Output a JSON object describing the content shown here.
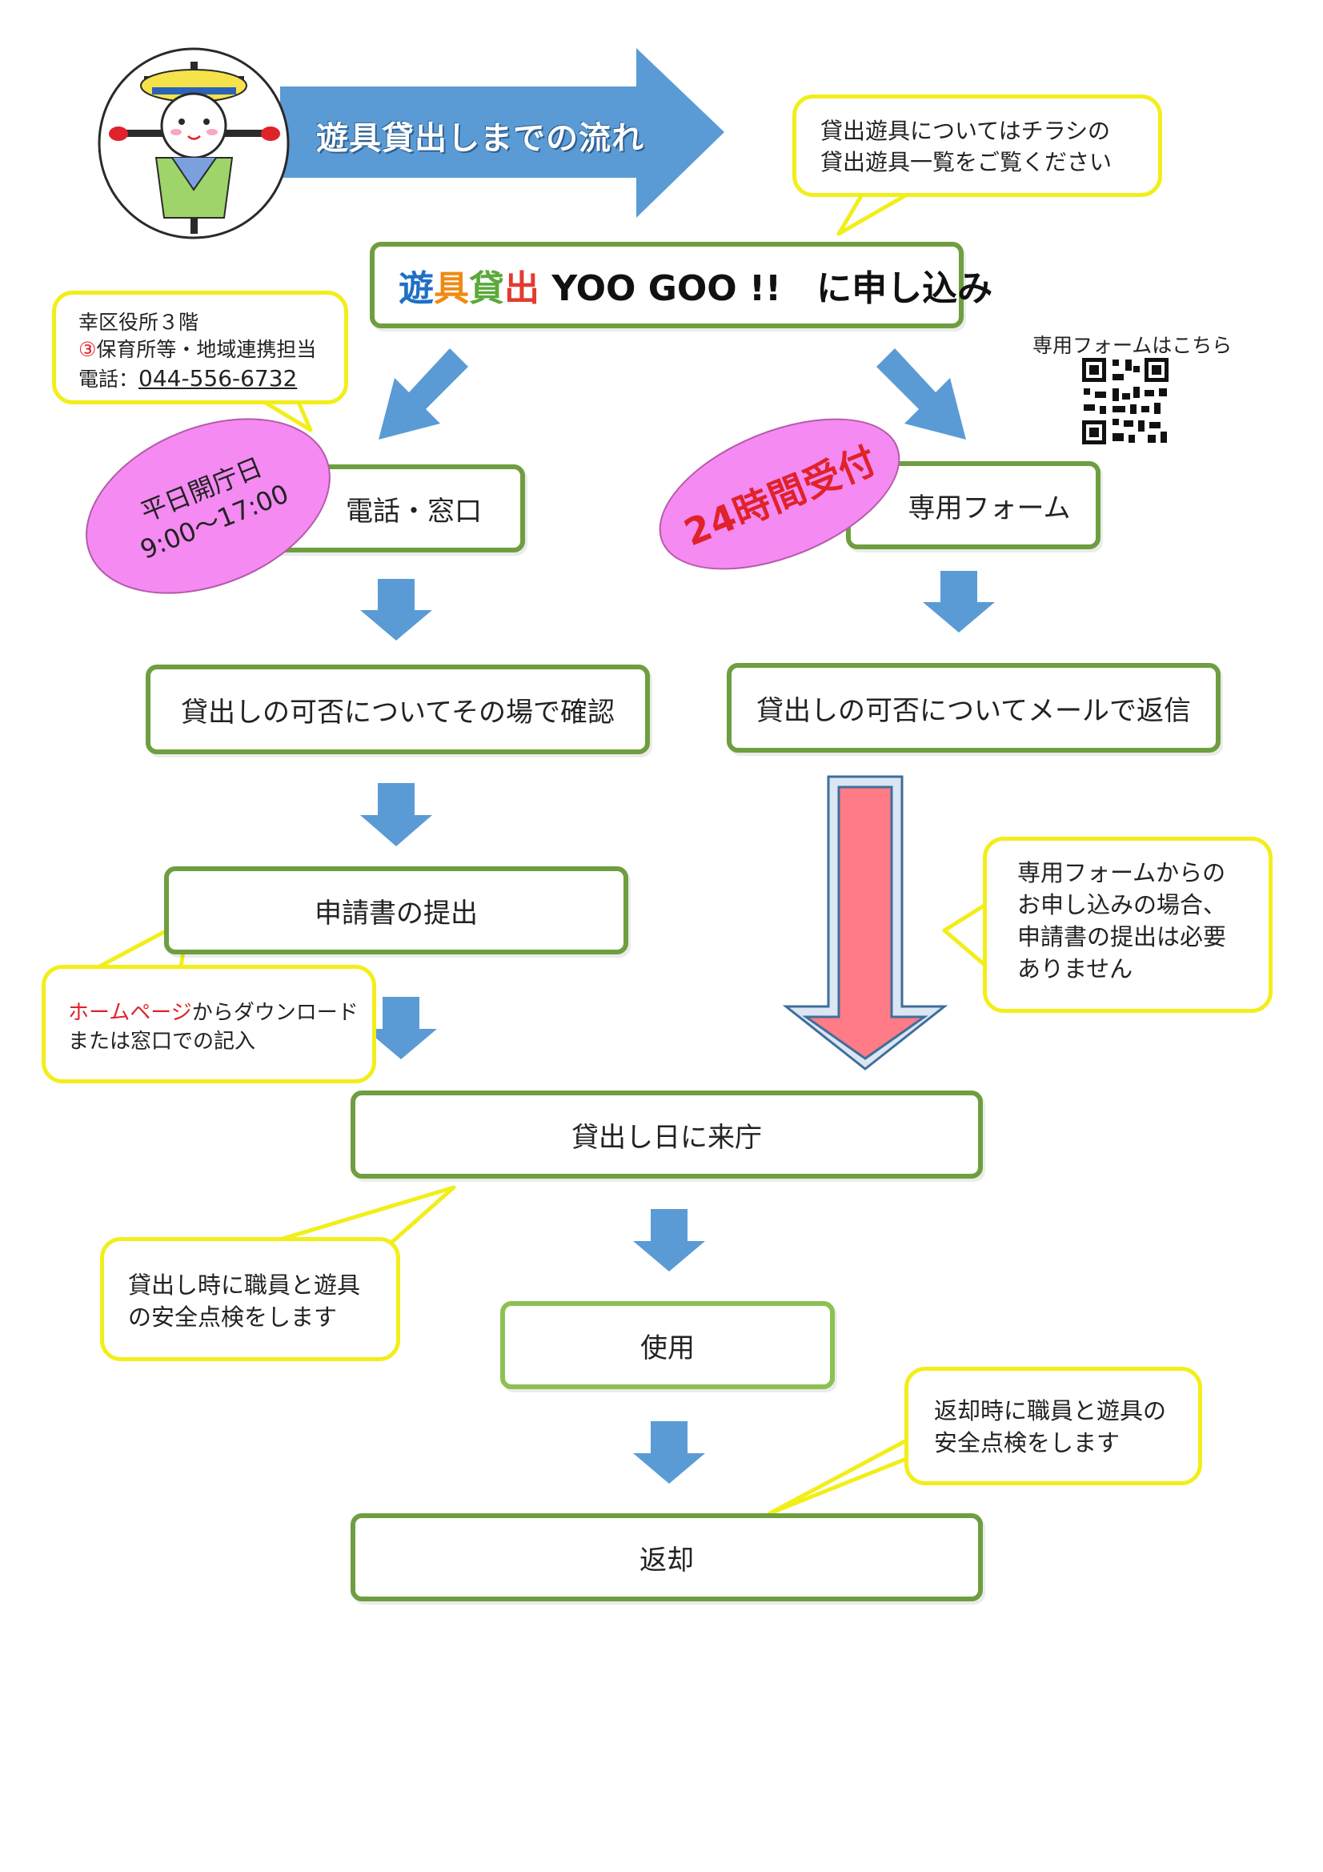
{
  "header": {
    "title": "遊具貸出しまでの流れ"
  },
  "main": {
    "title_parts": [
      "遊",
      "具",
      "貸",
      "出",
      " YOO GOO !!　に申し込み"
    ],
    "title_colors": [
      "#1f6fc5",
      "#ef8a12",
      "#5ca93a",
      "#e33b2f",
      "#111111"
    ]
  },
  "bubbles": {
    "flyer": "貸出遊具についてはチラシの\n貸出遊具一覧をご覧ください",
    "office_line1": "幸区役所３階",
    "office_num": "③",
    "office_line2": "保育所等・地域連携担当",
    "office_tel_label": "電話：",
    "office_tel": "044-556-6732",
    "form_note": "専用フォームからの\nお申し込みの場合、\n申請書の提出は必要\nありません",
    "download_red": "ホームページ",
    "download_rest": "からダウンロード\nまたは窓口での記入",
    "lending_check": "貸出し時に職員と遊具\nの安全点検をします",
    "return_check": "返却時に職員と遊具の\n安全点検をします"
  },
  "qr": {
    "label": "専用フォームはこちら"
  },
  "ovals": {
    "weekday": "平日開庁日\n9:00～17:00",
    "allday": "24時間受付"
  },
  "steps": {
    "phone": "電話・窓口",
    "form": "専用フォーム",
    "confirm_onsite": "貸出しの可否についてその場で確認",
    "reply_mail": "貸出しの可否についてメールで返信",
    "submit_app": "申請書の提出",
    "visit": "貸出し日に来庁",
    "use": "使用",
    "return": "返却"
  },
  "colors": {
    "box_border": "#6e9e3f",
    "bubble_border": "#f2ee1a",
    "arrow_blue": "#5b9bd5",
    "oval_pink": "#f48af2",
    "accent_red": "#e0222a",
    "big_arrow_fill": "#ff7b86"
  }
}
